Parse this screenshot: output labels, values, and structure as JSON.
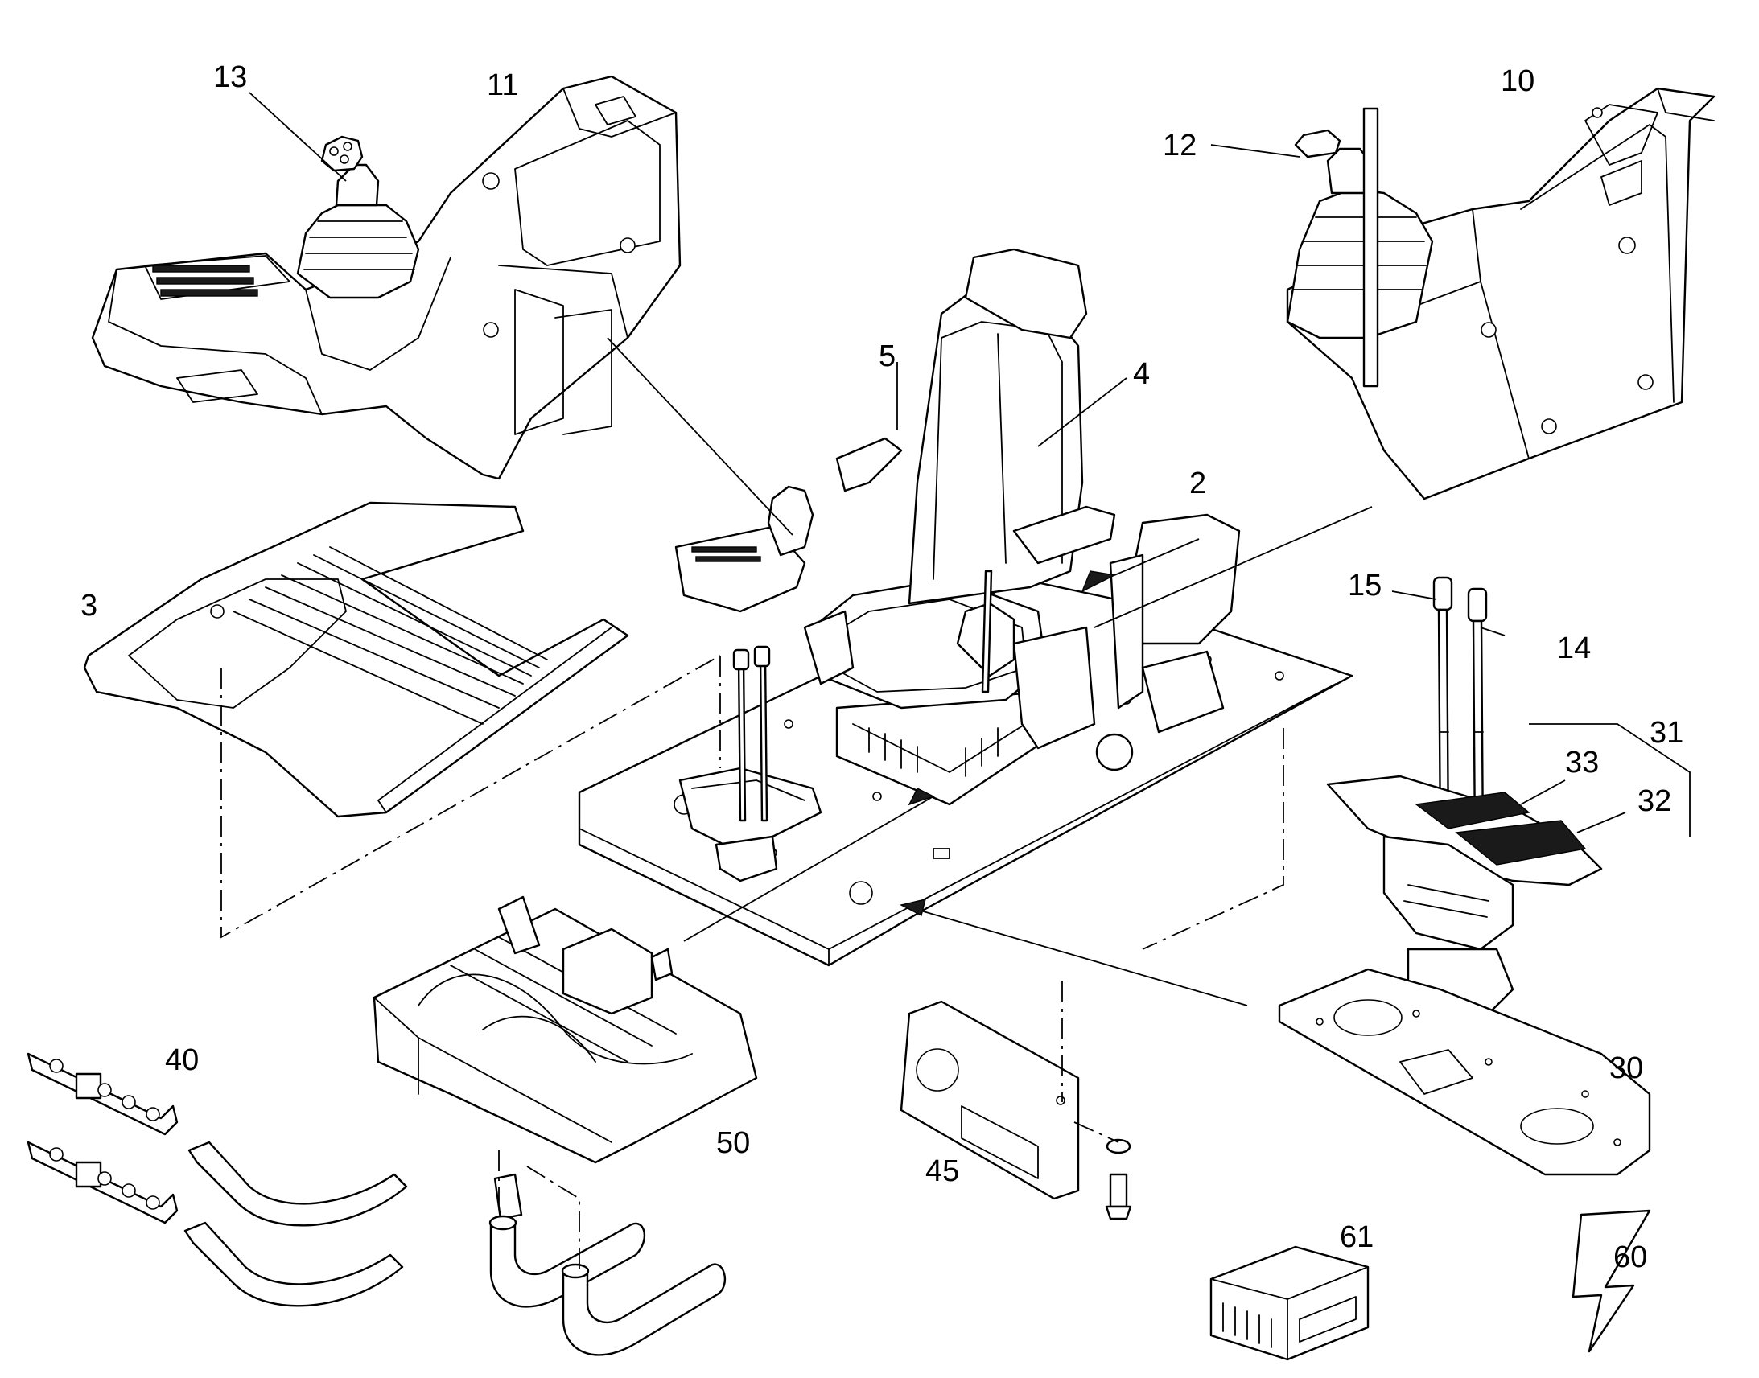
{
  "diagram": {
    "callouts": [
      {
        "id": "13",
        "label": "13"
      },
      {
        "id": "11",
        "label": "11"
      },
      {
        "id": "10",
        "label": "10"
      },
      {
        "id": "12",
        "label": "12"
      },
      {
        "id": "5",
        "label": "5"
      },
      {
        "id": "4",
        "label": "4"
      },
      {
        "id": "2",
        "label": "2"
      },
      {
        "id": "3",
        "label": "3"
      },
      {
        "id": "15",
        "label": "15"
      },
      {
        "id": "14",
        "label": "14"
      },
      {
        "id": "31",
        "label": "31"
      },
      {
        "id": "33",
        "label": "33"
      },
      {
        "id": "32",
        "label": "32"
      },
      {
        "id": "40",
        "label": "40"
      },
      {
        "id": "50",
        "label": "50"
      },
      {
        "id": "45",
        "label": "45"
      },
      {
        "id": "30",
        "label": "30"
      },
      {
        "id": "61",
        "label": "61"
      },
      {
        "id": "60",
        "label": "60"
      }
    ],
    "colors": {
      "line": "#000000",
      "background": "#ffffff"
    }
  }
}
